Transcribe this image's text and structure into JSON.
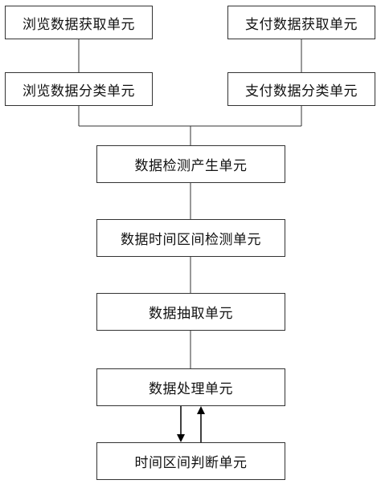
{
  "diagram": {
    "nodes": [
      {
        "id": "browse_get",
        "label": "浏览数据获取单元"
      },
      {
        "id": "pay_get",
        "label": "支付数据获取单元"
      },
      {
        "id": "browse_class",
        "label": "浏览数据分类单元"
      },
      {
        "id": "pay_class",
        "label": "支付数据分类单元"
      },
      {
        "id": "detect",
        "label": "数据检测产生单元"
      },
      {
        "id": "interval",
        "label": "数据时间区间检测单元"
      },
      {
        "id": "extract",
        "label": "数据抽取单元"
      },
      {
        "id": "process",
        "label": "数据处理单元"
      },
      {
        "id": "judge",
        "label": "时间区间判断单元"
      }
    ],
    "edges": [
      {
        "from": "browse_get",
        "to": "browse_class",
        "arrow": false
      },
      {
        "from": "pay_get",
        "to": "pay_class",
        "arrow": false
      },
      {
        "from": "browse_class",
        "to": "detect",
        "arrow": false
      },
      {
        "from": "pay_class",
        "to": "detect",
        "arrow": false
      },
      {
        "from": "detect",
        "to": "interval",
        "arrow": false
      },
      {
        "from": "interval",
        "to": "extract",
        "arrow": false
      },
      {
        "from": "extract",
        "to": "process",
        "arrow": false
      },
      {
        "from": "process",
        "to": "judge",
        "arrow": true
      },
      {
        "from": "judge",
        "to": "process",
        "arrow": true
      }
    ],
    "colors": {
      "line": "#333333",
      "arrow": "#000000",
      "box_border": "#333333",
      "text": "#111111"
    }
  }
}
